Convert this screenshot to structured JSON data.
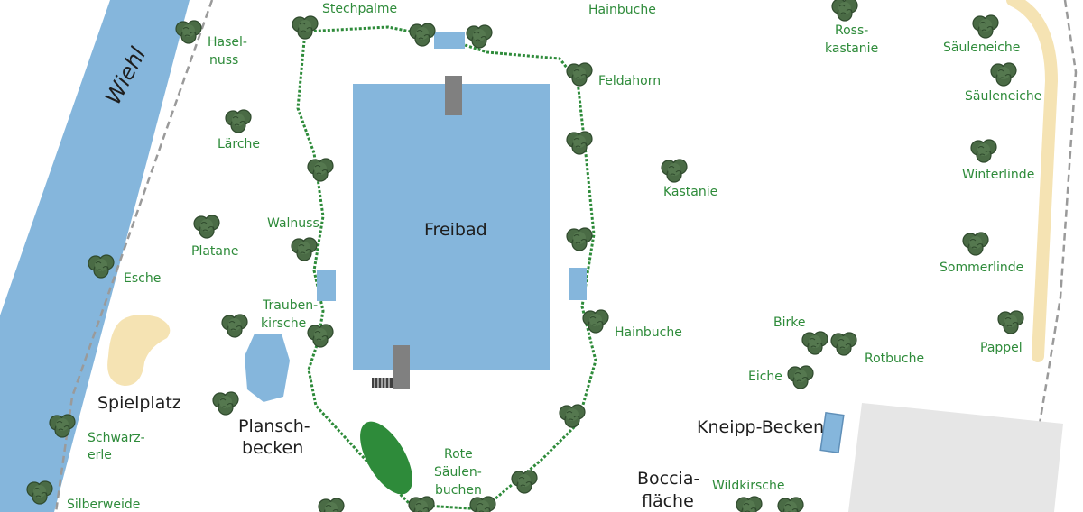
{
  "map": {
    "river": {
      "label": "Wiehl"
    },
    "pool": {
      "label": "Freibad"
    },
    "areas": {
      "spielplatz": "Spielplatz",
      "planschbecken_1": "Plansch-",
      "planschbecken_2": "becken",
      "kneipp": "Kneipp-Becken",
      "boccia_1": "Boccia-",
      "boccia_2": "fläche"
    },
    "trees": {
      "stechpalme": "Stechpalme",
      "hainbuche_top": "Hainbuche",
      "rosskastanie_1": "Ross-",
      "rosskastanie_2": "kastanie",
      "saeuleneiche_1": "Säuleneiche",
      "saeuleneiche_2": "Säuleneiche",
      "haselnuss_1": "Hasel-",
      "haselnuss_2": "nuss",
      "feldahorn": "Feldahorn",
      "laerche": "Lärche",
      "kastanie": "Kastanie",
      "winterlinde": "Winterlinde",
      "walnuss": "Walnuss",
      "platane": "Platane",
      "sommerlinde": "Sommerlinde",
      "esche": "Esche",
      "traubenkirsche_1": "Trauben-",
      "traubenkirsche_2": "kirsche",
      "hainbuche_right": "Hainbuche",
      "birke": "Birke",
      "rotbuche": "Rotbuche",
      "pappel": "Pappel",
      "eiche": "Eiche",
      "schwarzerle_1": "Schwarz-",
      "schwarzerle_2": "erle",
      "rote_saeulenbuchen_1": "Rote",
      "rote_saeulenbuchen_2": "Säulen-",
      "rote_saeulenbuchen_3": "buchen",
      "wildkirsche": "Wildkirsche",
      "silberweide": "Silberweide"
    }
  },
  "colors": {
    "water": "#85b6dc",
    "tree_fill": "#4a6b45",
    "tree_label": "#2e8b3a",
    "hedge": "#2e8b3a",
    "sand": "#f5e3b3",
    "paving": "#e6e6e6",
    "walkway": "#808080",
    "fence": "#9a9a9a"
  }
}
